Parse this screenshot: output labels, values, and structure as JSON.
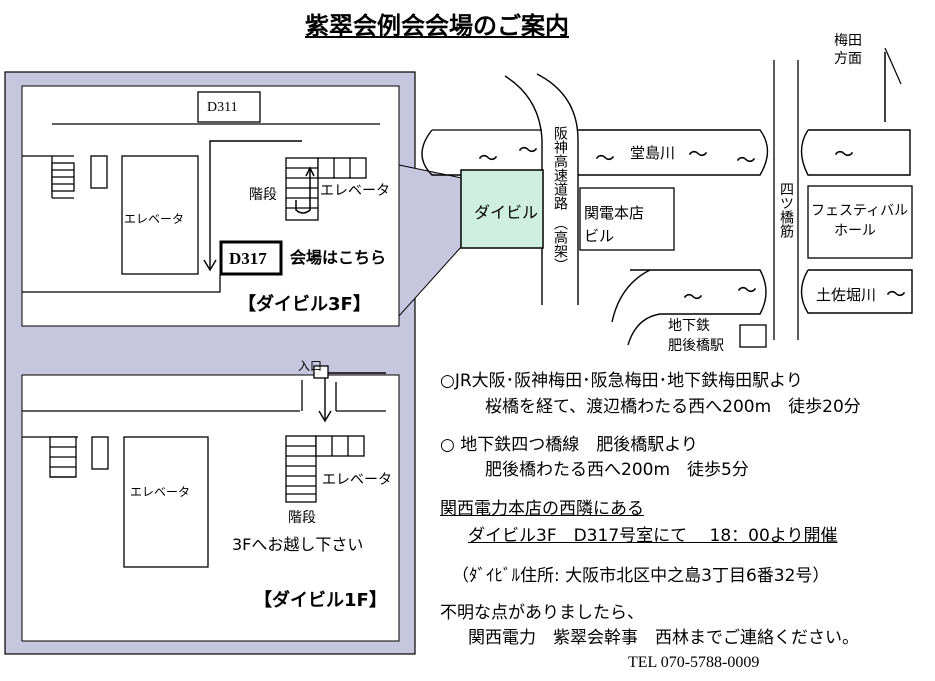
{
  "title": "紫翠会例会会場のご案内",
  "floor3": {
    "room_top": "D311",
    "room_highlight": "D317",
    "venue_label": "会場はこちら",
    "stairs": "階段",
    "elevator_left": "エレベータ",
    "elevator_right": "エレベータ",
    "floor_label": "【ダイビル3F】"
  },
  "floor1": {
    "entrance": "入口",
    "stairs": "階段",
    "elevator_left": "エレベータ",
    "elevator_right": "エレベータ",
    "go_to_3f": "3Fへお越し下さい",
    "floor_label": "【ダイビル1F】"
  },
  "area_map": {
    "umeda_line1": "梅田",
    "umeda_line2": "方面",
    "hanshin_expressway": "阪神高速道路",
    "elevated": "（高架）",
    "dojima_river": "堂島川",
    "daibiru": "ダイビル",
    "kanden_line1": "関電本店",
    "kanden_line2": "ビル",
    "yotsubashi_street": "四ツ橋筋",
    "festival_line1": "フェスティバル",
    "festival_line2": "ホール",
    "tosabori_river": "土佐堀川",
    "station_line1": "地下鉄",
    "station_line2": "肥後橋駅",
    "wave": "〜"
  },
  "directions": {
    "route1_line1": "○JR大阪･阪神梅田･阪急梅田･地下鉄梅田駅より",
    "route1_line2": "桜橋を経て、渡辺橋わたる西へ200m　徒歩20分",
    "route2_line1": "○ 地下鉄四つ橋線　肥後橋駅より",
    "route2_line2": "肥後橋わたる西へ200m　徒歩5分",
    "next_to": "関西電力本店の西隣にある",
    "room_time": "ダイビル3F　D317号室にて　 18：00より開催",
    "address": "（ﾀﾞｲﾋﾞﾙ住所: 大阪市北区中之島3丁目6番32号）",
    "contact_line1": "不明な点がありましたら、",
    "contact_line2": "関西電力　紫翠会幹事　西林までご連絡ください。",
    "tel": "TEL 070-5788-0009"
  },
  "colors": {
    "floor_band": "#c6c6de",
    "highlight": "#cdeee0"
  }
}
